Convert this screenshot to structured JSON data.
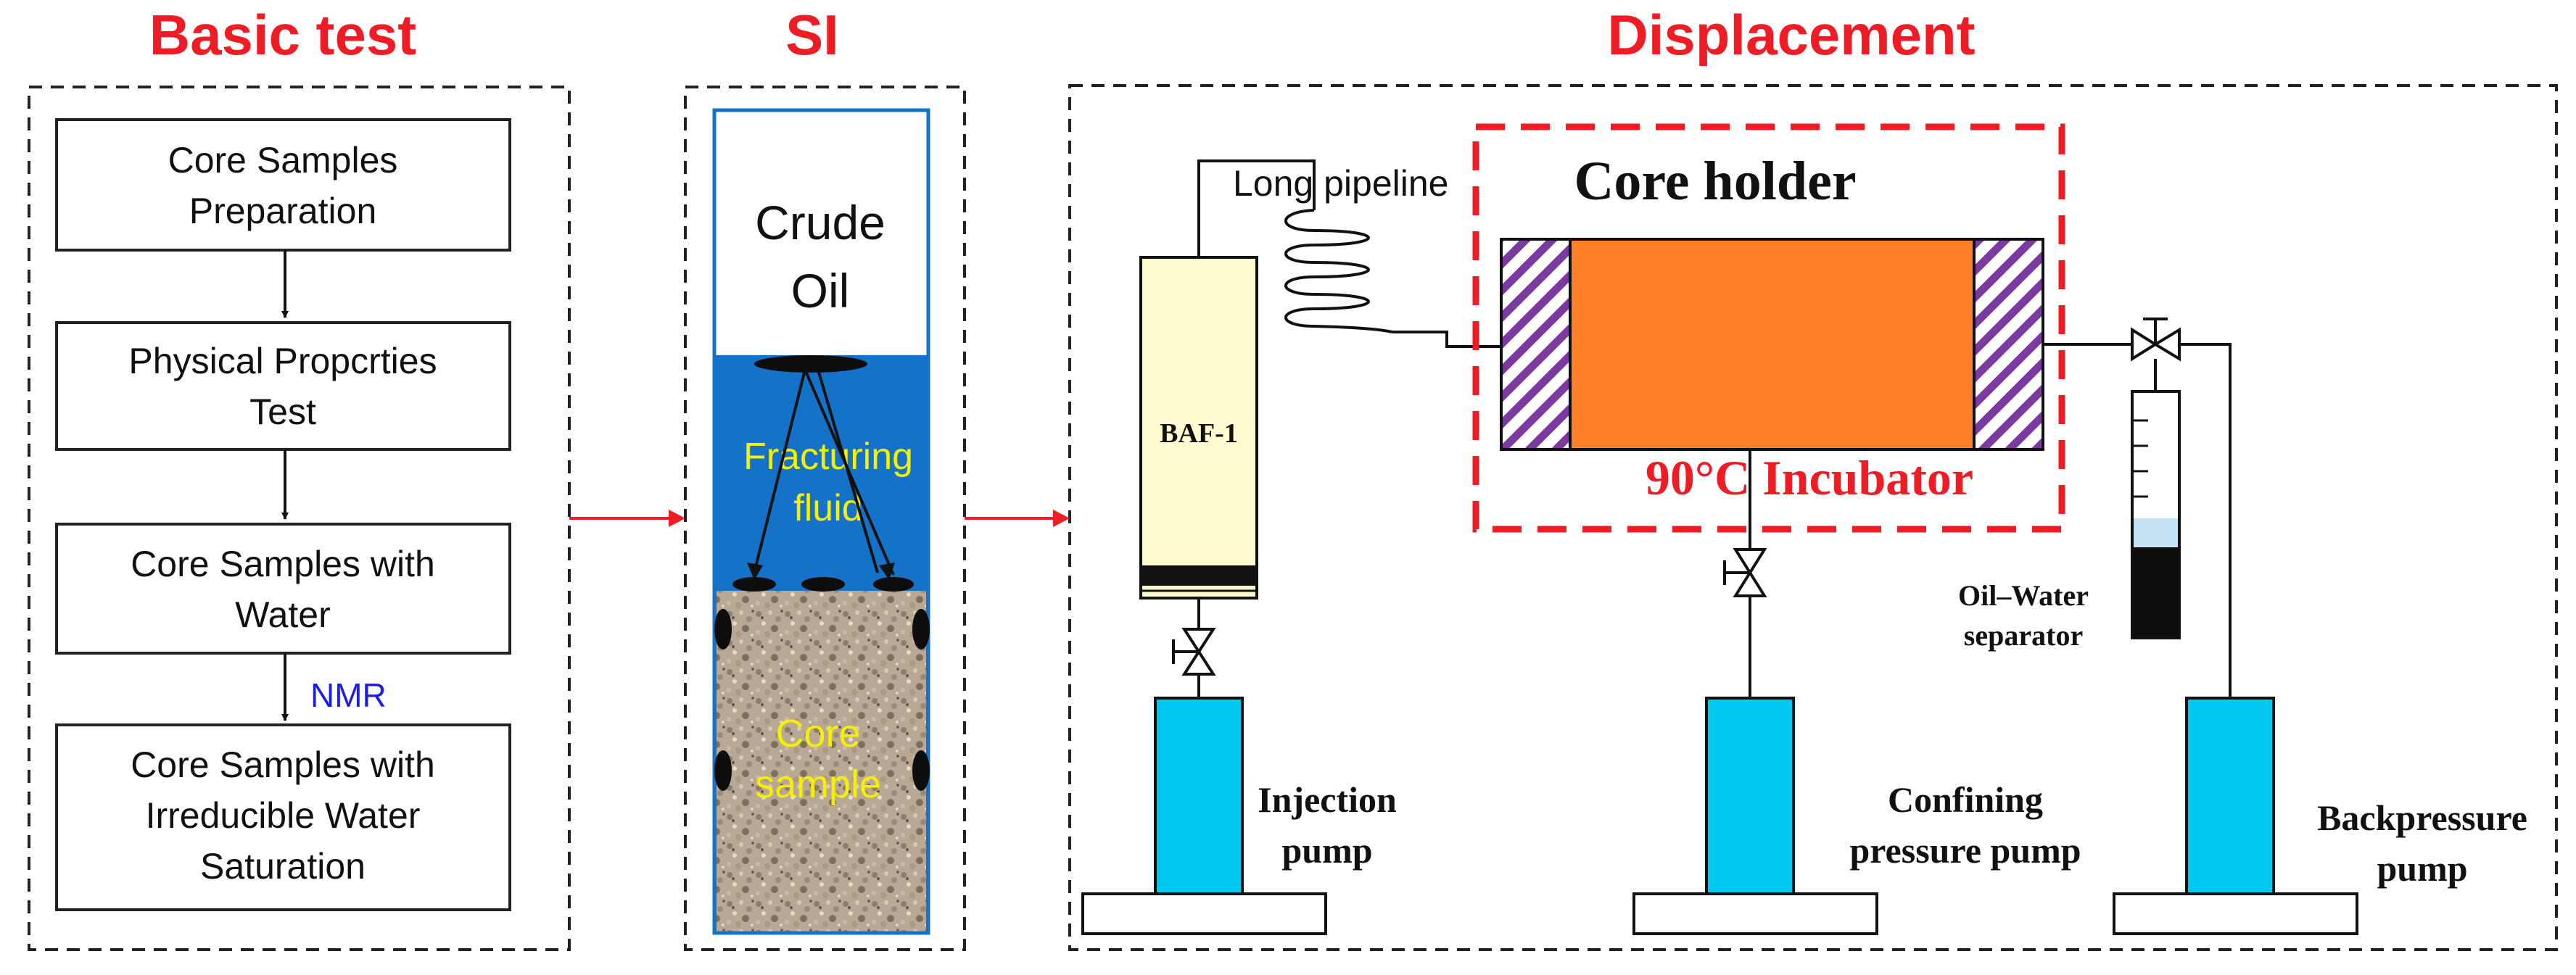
{
  "sections": {
    "basic": "Basic test",
    "si": "SI",
    "displacement": "Displacement"
  },
  "flow": {
    "step1": [
      "Core Samples",
      "Preparation"
    ],
    "step2": [
      "Physical Propcrties",
      "Test"
    ],
    "step3": [
      "Core Samples with",
      "Water"
    ],
    "nmr": "NMR",
    "step4": [
      "Core Samples with",
      "Irreducible Water",
      "Saturation"
    ]
  },
  "si": {
    "crude": [
      "Crude",
      "Oil"
    ],
    "fluid": [
      "Fracturing",
      "fluid"
    ],
    "core": [
      "Core",
      "sample"
    ]
  },
  "apparatus": {
    "long_pipeline": "Long pipeline",
    "core_holder": "Core holder",
    "incubator": "90°C Incubator",
    "baf": "BAF-1",
    "separator": [
      "Oil–Water",
      "separator"
    ],
    "injection": [
      "Injection",
      "pump"
    ],
    "confining": [
      "Confining",
      "pressure pump"
    ],
    "backpressure": [
      "Backpressure",
      "pump"
    ]
  },
  "colors": {
    "title_red": "#ee1c25",
    "nmr_blue": "#1f1fe0",
    "fluid_blue": "#1473c8",
    "fluid_text": "#f5f000",
    "pump_cyan": "#00c8f0",
    "holder_orange": "#ff7f27",
    "hatch_purple": "#7a3aa0",
    "baf_fill": "#fffbd0"
  }
}
